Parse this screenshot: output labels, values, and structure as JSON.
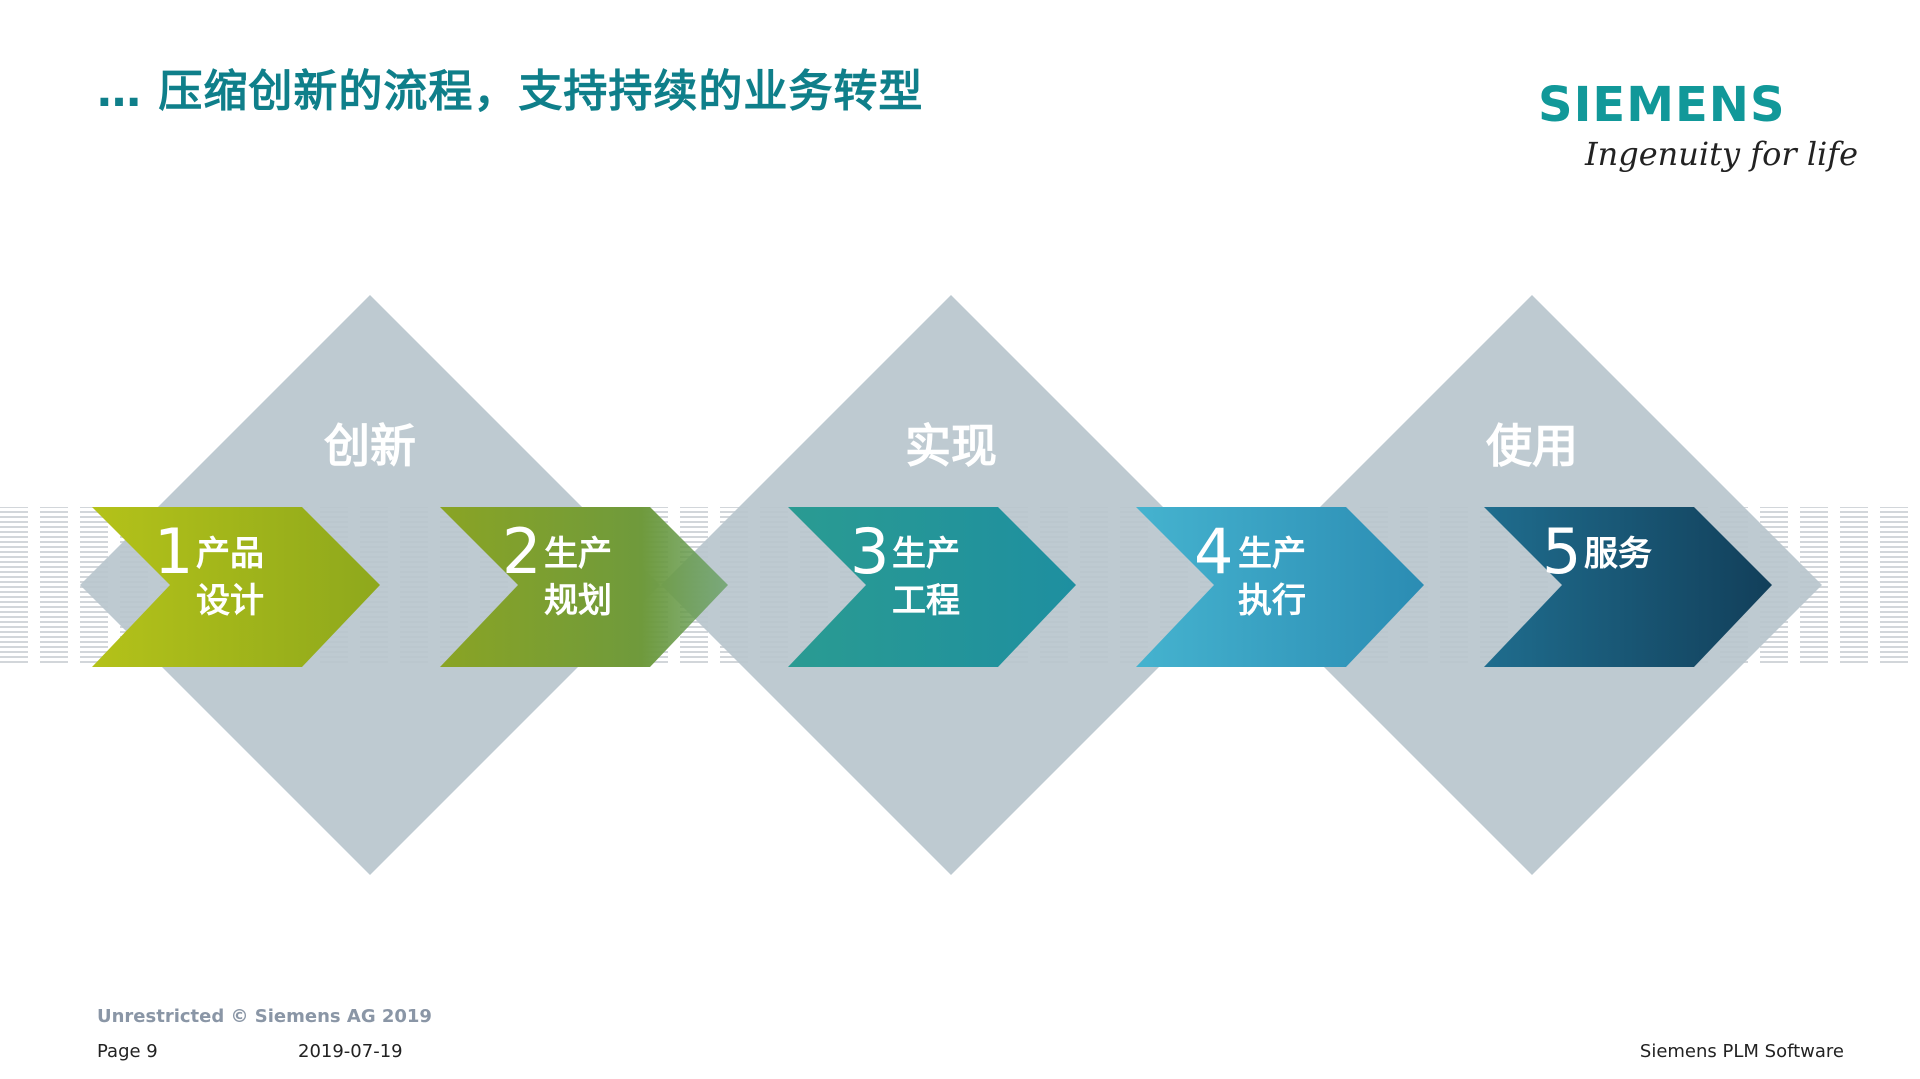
{
  "slide": {
    "title": "… 压缩创新的流程，支持持续的业务转型"
  },
  "logo": {
    "wordmark": "SIEMENS",
    "tagline": "Ingenuity for life",
    "wordmark_color": "#119899"
  },
  "phases": [
    {
      "label": "创新"
    },
    {
      "label": "实现"
    },
    {
      "label": "使用"
    }
  ],
  "steps": [
    {
      "number": "1",
      "line1": "产品",
      "line2": "设计",
      "color": "#a3b51a"
    },
    {
      "number": "2",
      "line1": "生产",
      "line2": "规划",
      "color": "#86a026"
    },
    {
      "number": "3",
      "line1": "生产",
      "line2": "工程",
      "color": "#23989a"
    },
    {
      "number": "4",
      "line1": "生产",
      "line2": "执行",
      "color": "#3aa9c8"
    },
    {
      "number": "5",
      "line1": "服务",
      "line2": "",
      "color": "#1a5c7a"
    }
  ],
  "colors": {
    "diamond": "#b9c5cd",
    "title": "#0f7f8a"
  },
  "footer": {
    "restricted": "Unrestricted © Siemens AG 2019",
    "page": "Page 9",
    "date": "2019-07-19",
    "company": "Siemens PLM Software"
  }
}
